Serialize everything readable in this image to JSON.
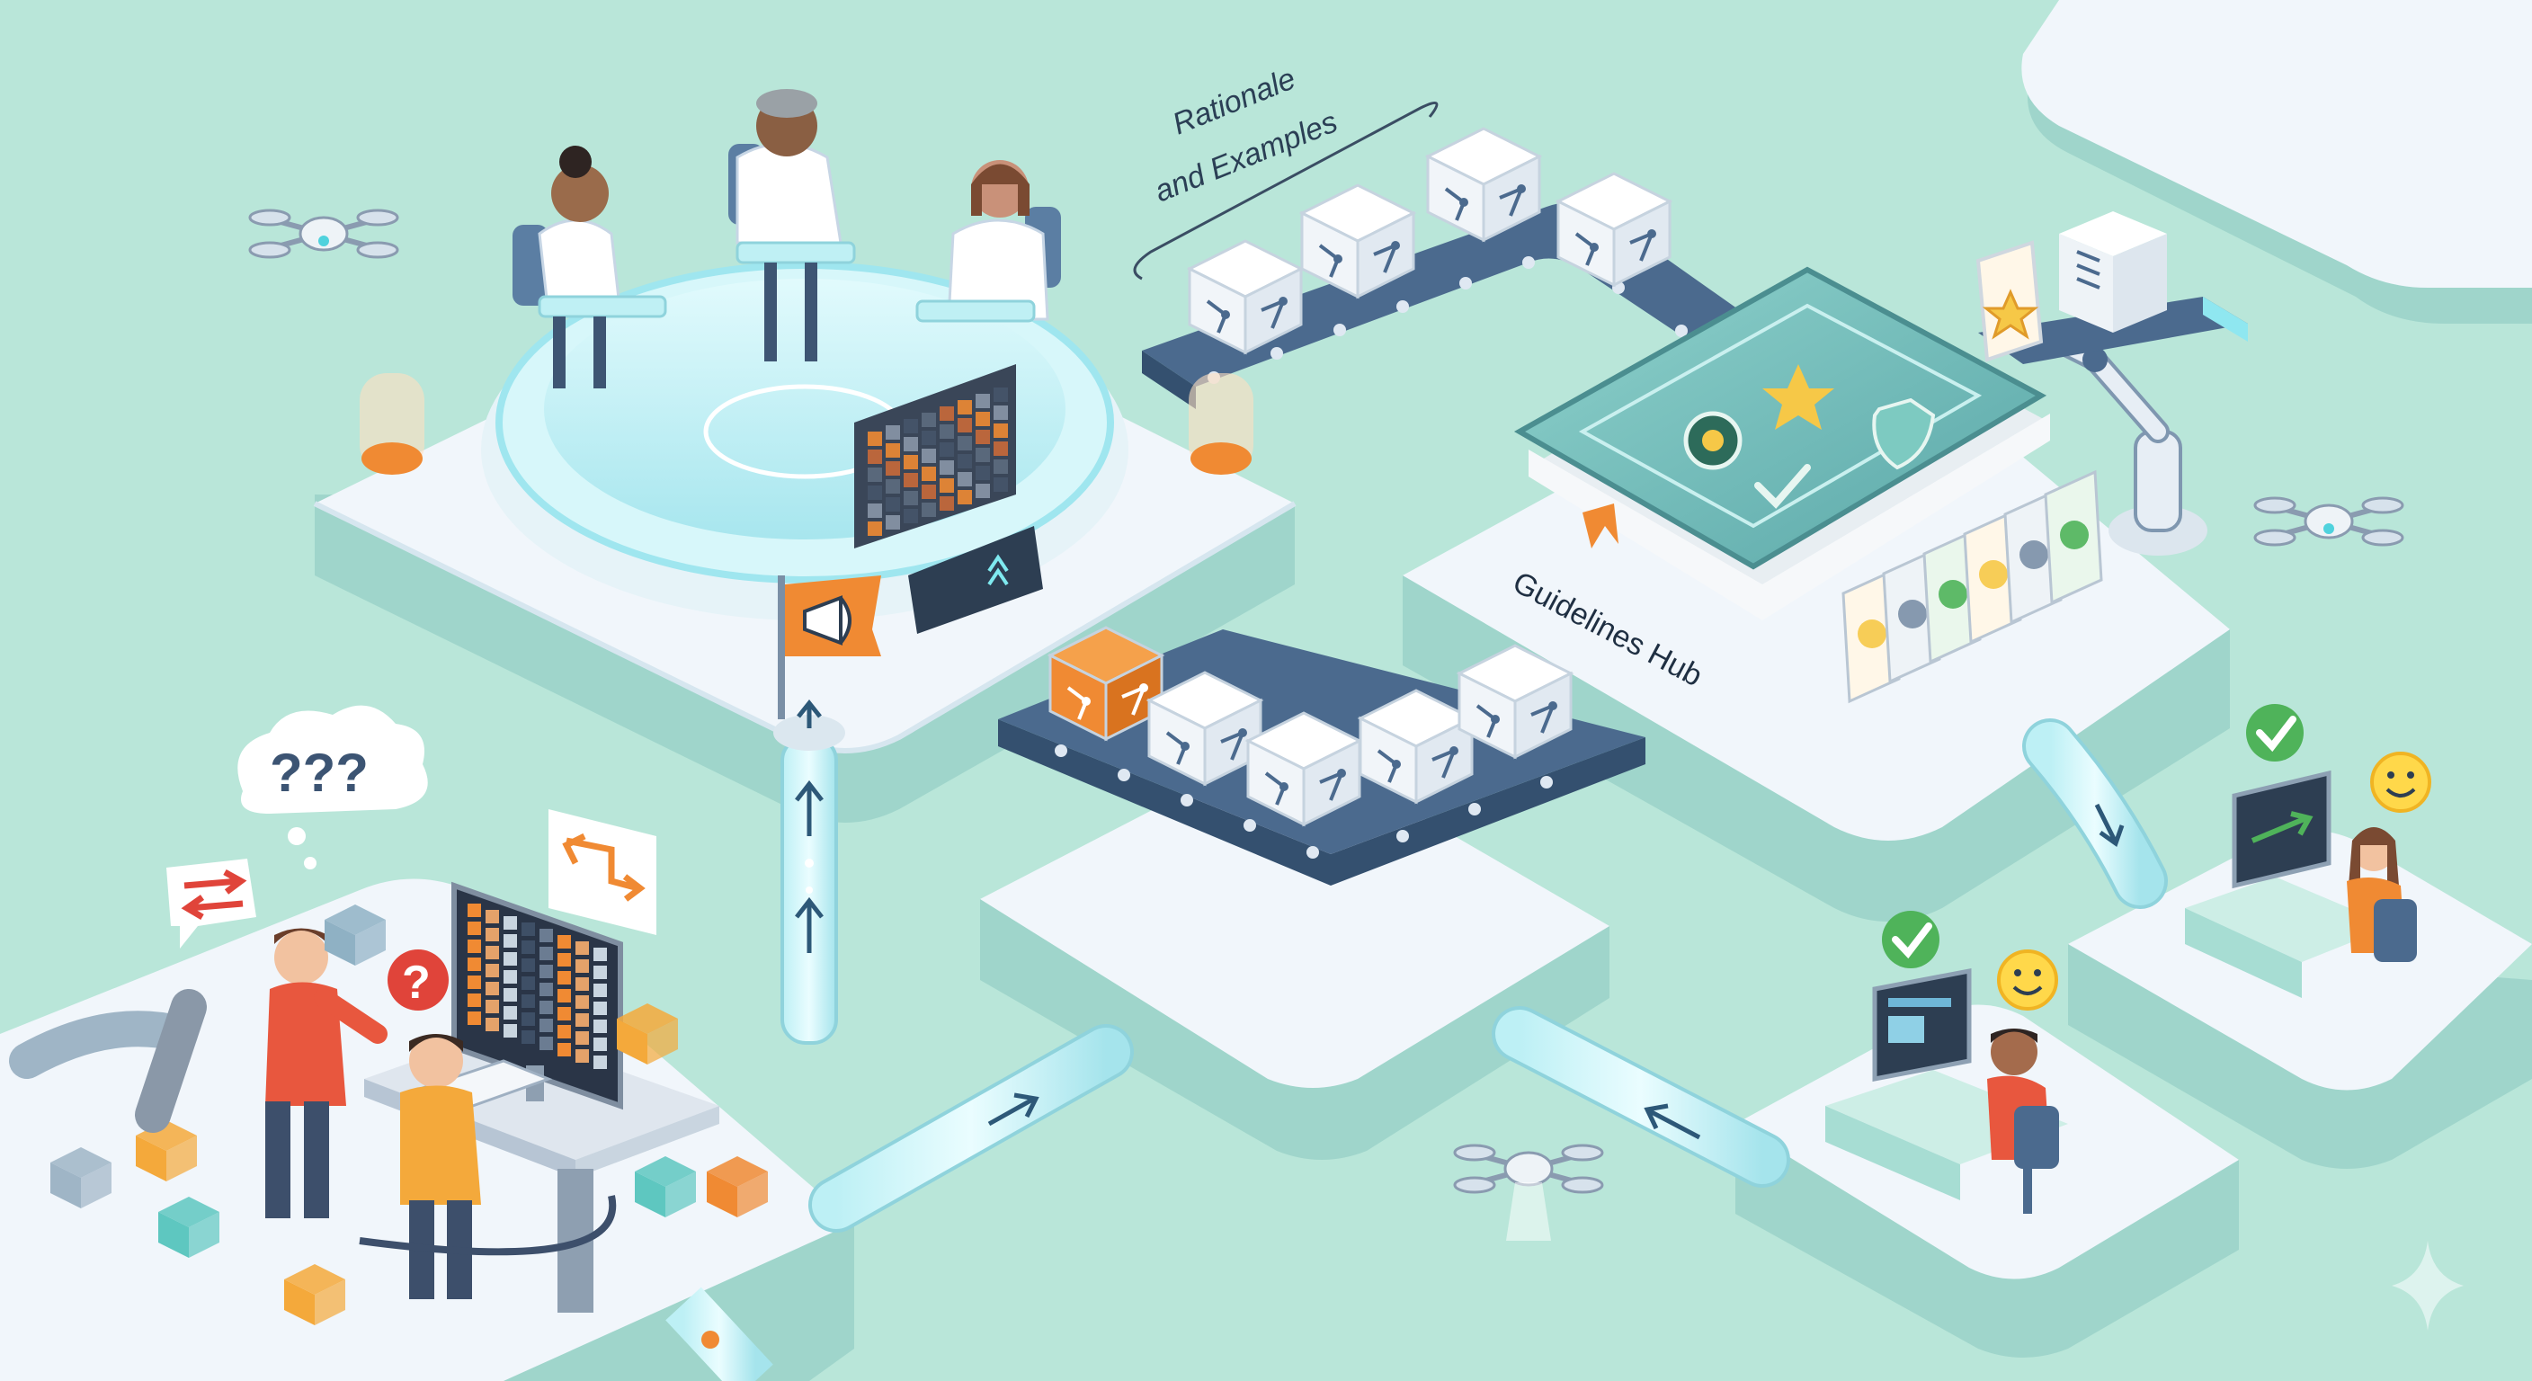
{
  "labels": {
    "rationale_line1": "Rationale",
    "rationale_line2": "and Examples",
    "hub": "Guidelines Hub"
  },
  "speech": {
    "questions": "???",
    "question_single": "?"
  },
  "colors": {
    "background": "#b9e6d9",
    "platform_top": "#f1f6fb",
    "platform_side": "#9fd5cb",
    "accent_orange": "#f08a33",
    "teal_glass": "#bff0f4",
    "conveyor": "#4b6a8e",
    "book": "#6fb7b6",
    "check_green": "#4fb35a",
    "question_red": "#e0443a",
    "smile_yellow": "#ffd84a"
  },
  "icons": [
    "drone-icon",
    "check-icon",
    "smiley-icon",
    "star-icon",
    "shield-icon",
    "laurel-icon",
    "megaphone-icon",
    "question-icon",
    "swap-arrows-icon",
    "sparkle-icon"
  ]
}
